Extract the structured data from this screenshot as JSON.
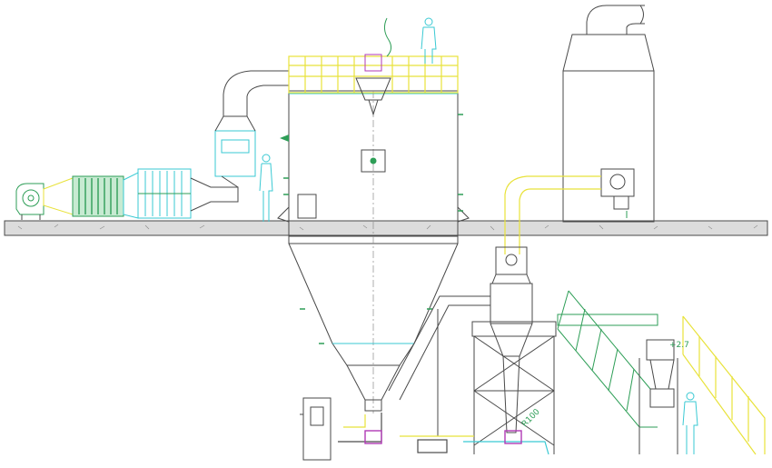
{
  "annotations": {
    "elevation_mark": "+2.7",
    "radius_mark": "R100"
  },
  "colors": {
    "line": "#4a4a4a",
    "yellow": "#e8e23a",
    "cyan": "#39c9d3",
    "green": "#2e9e57",
    "magenta": "#b03ab5",
    "floor_fill": "#d9d9d9",
    "platform": "#e8e23a"
  },
  "components": [
    "inlet-fan",
    "primary-air-filter",
    "high-efficiency-filter",
    "steam-heater",
    "drying-tower",
    "atomizer",
    "drying-cone",
    "cyclone-separator",
    "exhaust-stack",
    "exhaust-fan",
    "rotary-valve",
    "operator-platform",
    "access-stair"
  ]
}
